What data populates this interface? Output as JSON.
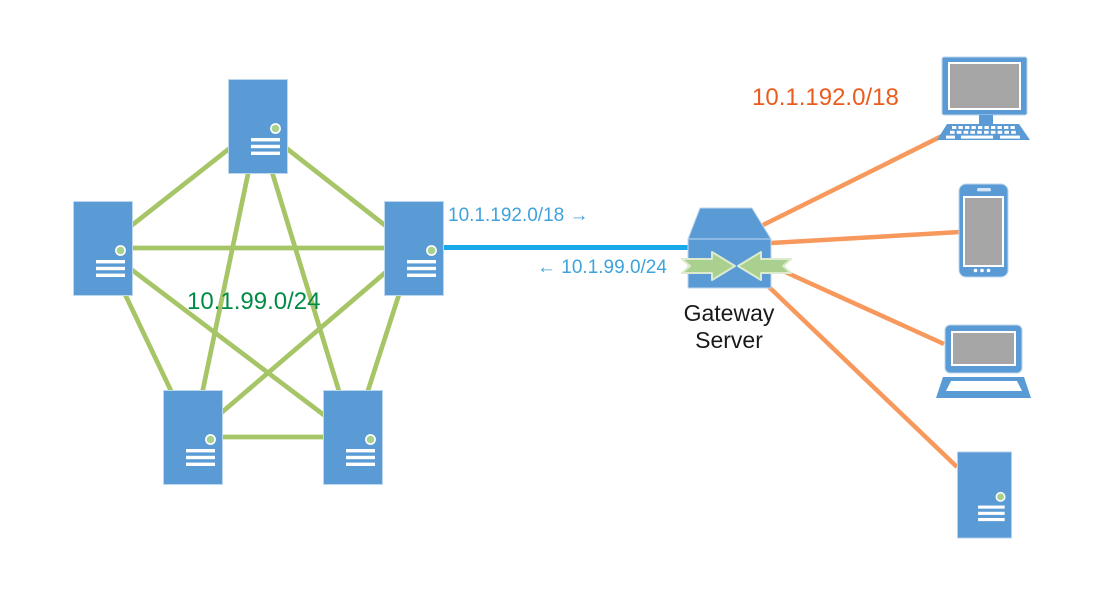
{
  "colors": {
    "node_blue": "#5B9BD5",
    "node_outline": "#BDD7EE",
    "screen_gray": "#A6A6A6",
    "led_green": "#A9D18E",
    "mesh_green": "#A6C566",
    "mesh_label_green": "#008C46",
    "uplink_blue": "#18A9EA",
    "uplink_label_blue": "#3FA2DC",
    "remote_orange": "#F7995C",
    "remote_label_orange": "#EB5B1E",
    "gateway_arrow_green": "#A9D08E",
    "gateway_arrow_outline": "#DCEBCE",
    "label_black": "#1A1A1A"
  },
  "mesh": {
    "label": "10.1.99.0/24",
    "server_count": 5,
    "topology": "full-mesh",
    "icon": "server-icon"
  },
  "uplink": {
    "forward_label": "10.1.192.0/18 →",
    "return_label": "← 10.1.99.0/24"
  },
  "gateway": {
    "label": "Gateway Server",
    "icon": "gateway-router-icon"
  },
  "remote": {
    "label": "10.1.192.0/18",
    "device_count": 4,
    "device_icons": [
      "desktop-computer-icon",
      "smartphone-icon",
      "laptop-icon",
      "server-icon"
    ]
  }
}
